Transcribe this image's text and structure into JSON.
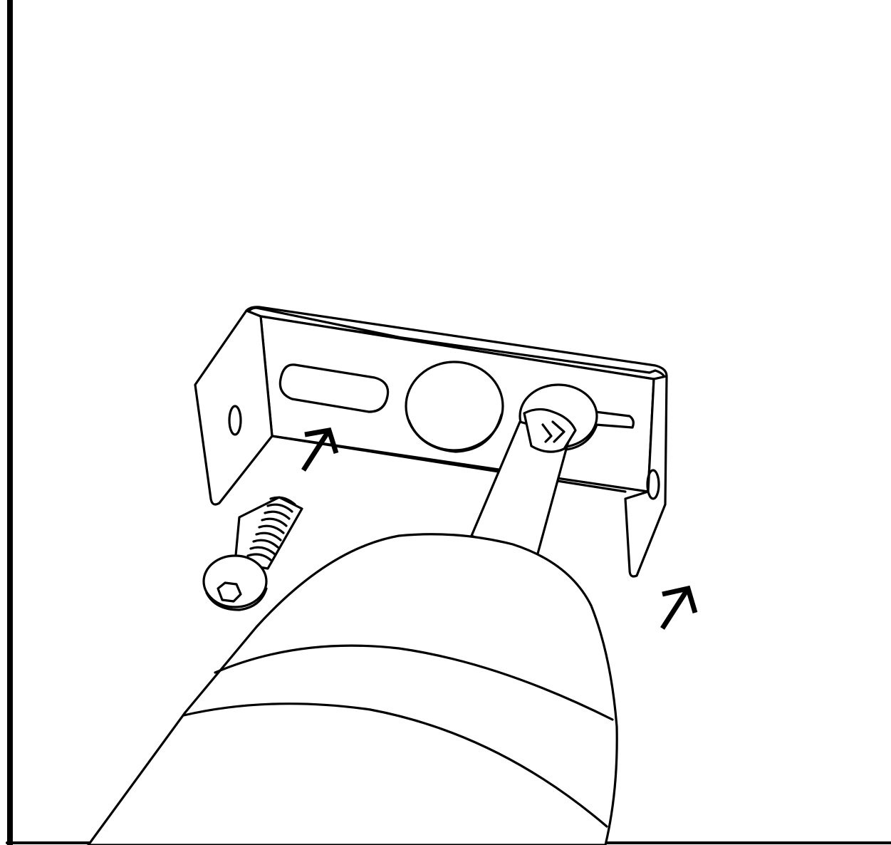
{
  "illustration": {
    "colors": {
      "line": "#000000",
      "background": "#ffffff"
    },
    "parts": {
      "bracket": "mounting-bracket",
      "screw": "button-head-screw",
      "drill": "power-drill-with-bit"
    },
    "arrow_icons": [
      "arrow-up-right-icon",
      "arrow-up-right-icon"
    ]
  }
}
